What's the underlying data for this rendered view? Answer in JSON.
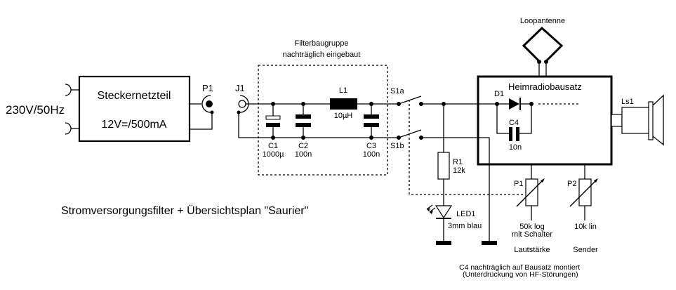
{
  "title": "Stromversorgungsfilter + Übersichtsplan \"Saurier\"",
  "colors": {
    "line": "#000000",
    "background": "#ffffff"
  },
  "mains": {
    "label": "230V/50Hz"
  },
  "power_supply": {
    "name": "Steckernetzteil",
    "rating": "12V=/500mA"
  },
  "connectors": {
    "p1_plug": "P1",
    "j1_jack": "J1"
  },
  "filter": {
    "title_line1": "Filterbaugruppe",
    "title_line2": "nachträglich eingebaut",
    "components": [
      {
        "ref": "C1",
        "value": "1000µ"
      },
      {
        "ref": "C2",
        "value": "100n"
      },
      {
        "ref": "L1",
        "value": "10µH"
      },
      {
        "ref": "C3",
        "value": "100n"
      }
    ]
  },
  "switch": {
    "a": "S1a",
    "b": "S1b"
  },
  "resistor": {
    "ref": "R1",
    "value": "12k"
  },
  "led": {
    "ref": "LED1",
    "desc": "3mm blau"
  },
  "radio": {
    "name": "Heimradiobausatz",
    "antenna": "Loopantenne",
    "diode": "D1",
    "capacitor": {
      "ref": "C4",
      "value": "10n"
    },
    "speaker": "Ls1"
  },
  "pots": [
    {
      "ref": "P1",
      "value": "50k log",
      "note": "mit Schalter",
      "function": "Lautstärke"
    },
    {
      "ref": "P2",
      "value": "10k lin",
      "note": "",
      "function": "Sender"
    }
  ],
  "footnote": {
    "line1": "C4 nachträglich auf Bausatz montiert",
    "line2": "(Unterdrückung von HF-Störungen)"
  }
}
